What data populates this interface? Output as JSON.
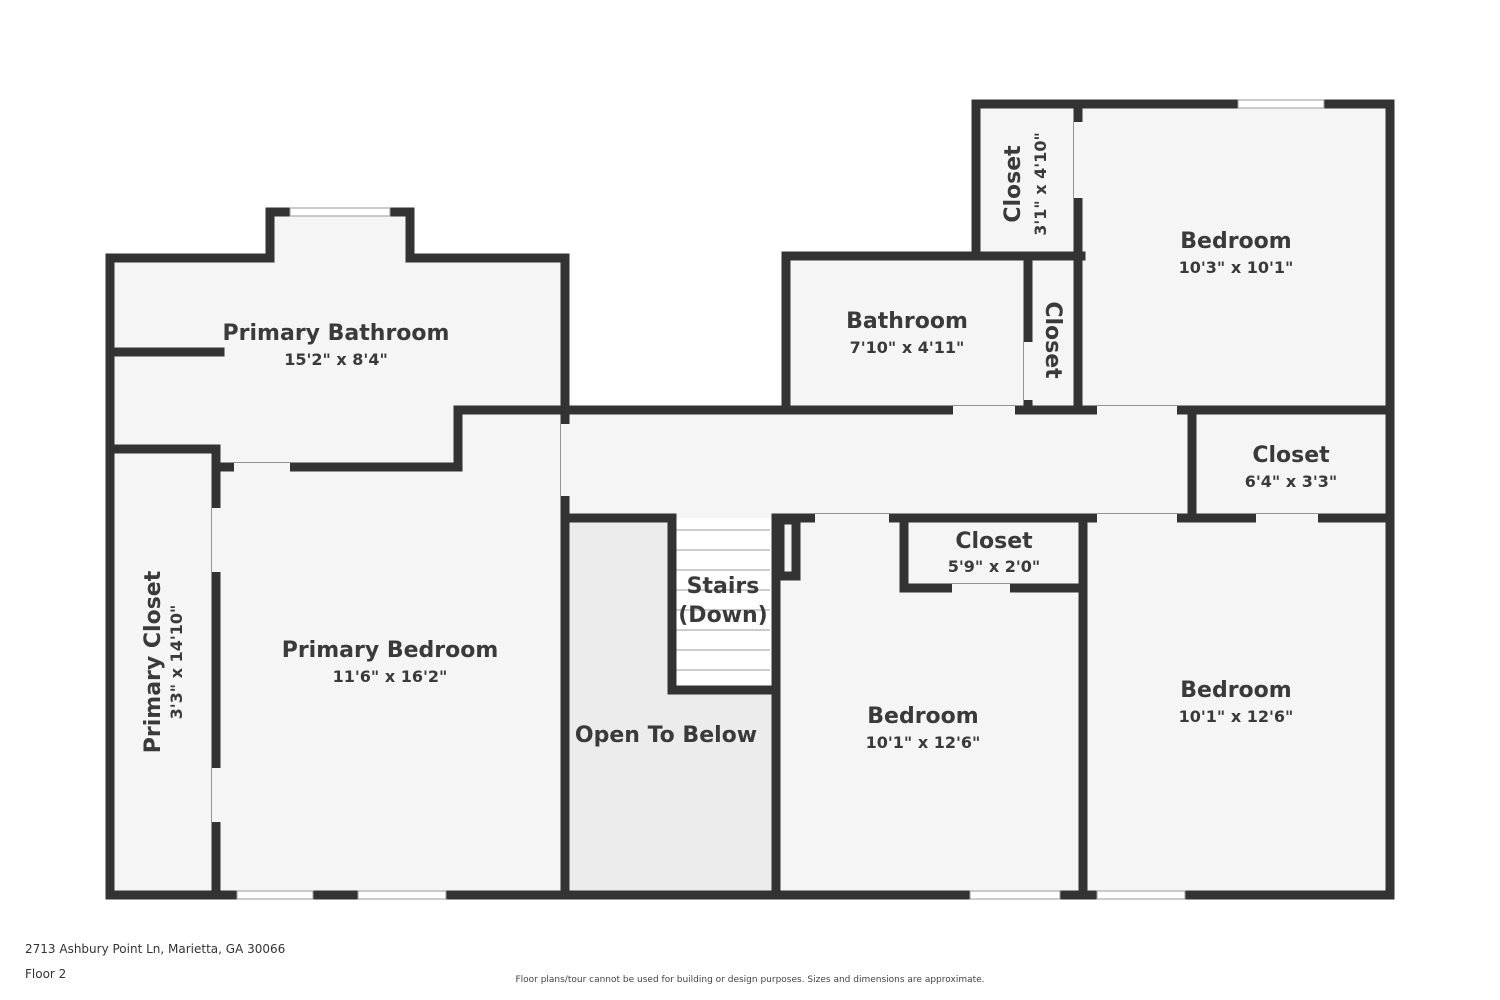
{
  "rooms": {
    "primary_bathroom": {
      "name": "Primary Bathroom",
      "dims": "15'2\" x 8'4\""
    },
    "primary_bedroom": {
      "name": "Primary Bedroom",
      "dims": "11'6\" x 16'2\""
    },
    "primary_closet": {
      "name": "Primary Closet",
      "dims": "3'3\" x 14'10\""
    },
    "open_to_below": {
      "name": "Open To Below"
    },
    "stairs": {
      "line1": "Stairs",
      "line2": "(Down)"
    },
    "bathroom": {
      "name": "Bathroom",
      "dims": "7'10\" x 4'11\""
    },
    "closet_small": {
      "name": "Closet"
    },
    "closet_top": {
      "name": "Closet",
      "dims": "3'1\" x 4'10\""
    },
    "bedroom_top_right": {
      "name": "Bedroom",
      "dims": "10'3\" x 10'1\""
    },
    "closet_right": {
      "name": "Closet",
      "dims": "6'4\" x 3'3\""
    },
    "closet_mid": {
      "name": "Closet",
      "dims": "5'9\" x 2'0\""
    },
    "bedroom_mid": {
      "name": "Bedroom",
      "dims": "10'1\" x 12'6\""
    },
    "bedroom_bottom_right": {
      "name": "Bedroom",
      "dims": "10'1\" x 12'6\""
    }
  },
  "footer": {
    "address": "2713 Ashbury Point Ln, Marietta, GA 30066",
    "floor": "Floor 2",
    "disclaimer": "Floor plans/tour cannot be used for building or design purposes. Sizes and dimensions are approximate."
  },
  "colors": {
    "wall": "#333333",
    "floor": "#f5f5f5",
    "open_area": "#ececec",
    "window": "#ffffff"
  }
}
